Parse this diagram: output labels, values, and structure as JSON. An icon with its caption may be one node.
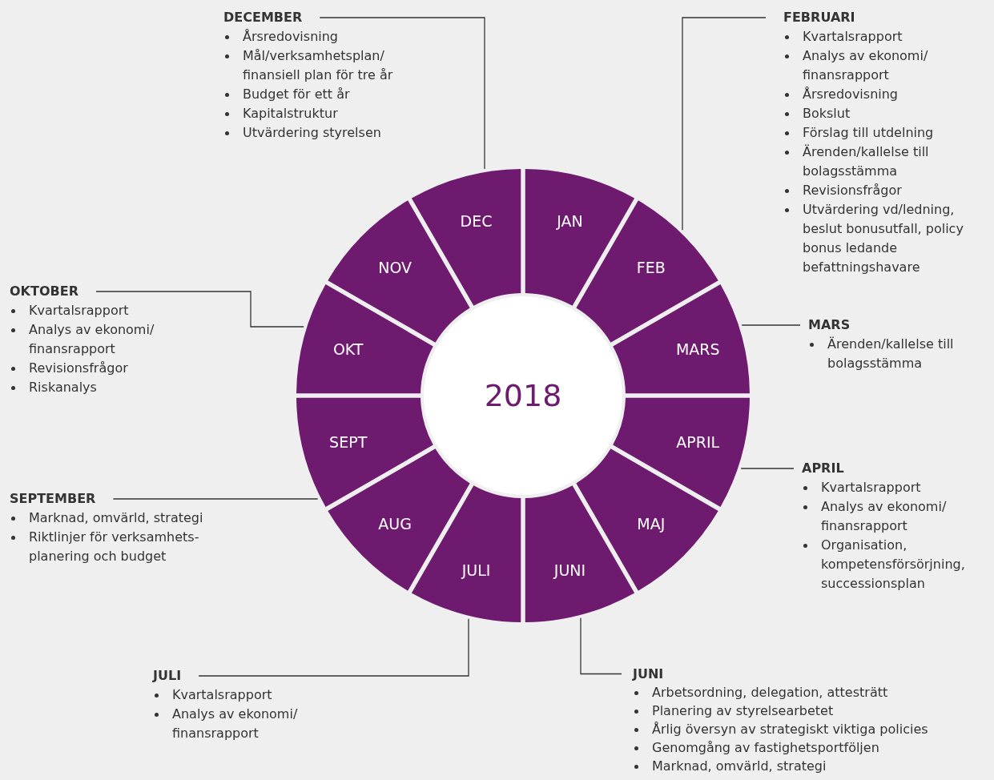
{
  "diagram": {
    "nodes": [
      {
        "text": [
          "2018"
        ]
      },
      {
        "text": [
          "JAN"
        ]
      },
      {
        "text": [
          "FEB"
        ]
      },
      {
        "text": [
          "MARS"
        ]
      },
      {
        "text": [
          "APRIL"
        ]
      },
      {
        "text": [
          "MAJ"
        ]
      },
      {
        "text": [
          "JUNI"
        ]
      },
      {
        "text": [
          "JULI"
        ]
      },
      {
        "text": [
          "AUG"
        ]
      },
      {
        "text": [
          "SEPT"
        ]
      },
      {
        "text": [
          "OKT"
        ]
      },
      {
        "text": [
          "NOV"
        ]
      },
      {
        "text": [
          "DEC"
        ]
      },
      {
        "text": [
          "DECEMBER",
          "Årsredovisning",
          "Mål/verksamhetsplan/ finansiell plan för tre år",
          "Budget för ett år",
          "Kapitalstruktur",
          "Utvärdering styrelsen"
        ]
      },
      {
        "text": [
          "FEBRUARI",
          "Kvartalsrapport",
          "Analys av ekonomi/ finansrapport",
          "Årsredovisning",
          "Bokslut",
          "Förslag till utdelning",
          "Ärenden/kallelse till bolagsstämma",
          "Revisionsfrågor",
          "Utvärdering vd/ledning, beslut bonusutfall, policy bonus ledande befattningshavare"
        ]
      },
      {
        "text": [
          "OKTOBER",
          "Kvartalsrapport",
          "Analys av ekonomi/ finansrapport",
          "Revisionsfrågor",
          "Riskanalys"
        ]
      },
      {
        "text": [
          "MARS",
          "Ärenden/kallelse till bolagsstämma"
        ]
      },
      {
        "text": [
          "APRIL",
          "Kvartalsrapport",
          "Analys av ekonomi/ finansrapport",
          "Organisation, kompetensförsörjning, successionsplan"
        ]
      },
      {
        "text": [
          "SEPTEMBER",
          "Marknad, omvärld, strategi",
          "Riktlinjer för verksamhets-planering och budget"
        ]
      },
      {
        "text": [
          "JULI",
          "Kvartalsrapport",
          "Analys av ekonomi/ finansrapport"
        ]
      },
      {
        "text": [
          "JUNI",
          "Arbetsordning, delegation, attesträtt",
          "Planering av styrelsearbetet",
          "Årlig översyn av strategiskt viktiga policies",
          "Genomgång av fastighetsportföljen",
          "Marknad, omvärld, strategi"
        ]
      }
    ],
    "edges": [
      {
        "from": 13,
        "to": 12,
        "arrow": "none"
      },
      {
        "from": 14,
        "to": 2,
        "arrow": "none"
      },
      {
        "from": 15,
        "to": 10,
        "arrow": "none"
      },
      {
        "from": 16,
        "to": 3,
        "arrow": "none"
      },
      {
        "from": 17,
        "to": 4,
        "arrow": "none"
      },
      {
        "from": 18,
        "to": 9,
        "arrow": "none"
      },
      {
        "from": 19,
        "to": 7,
        "arrow": "none"
      },
      {
        "from": 20,
        "to": 6,
        "arrow": "none"
      }
    ]
  }
}
